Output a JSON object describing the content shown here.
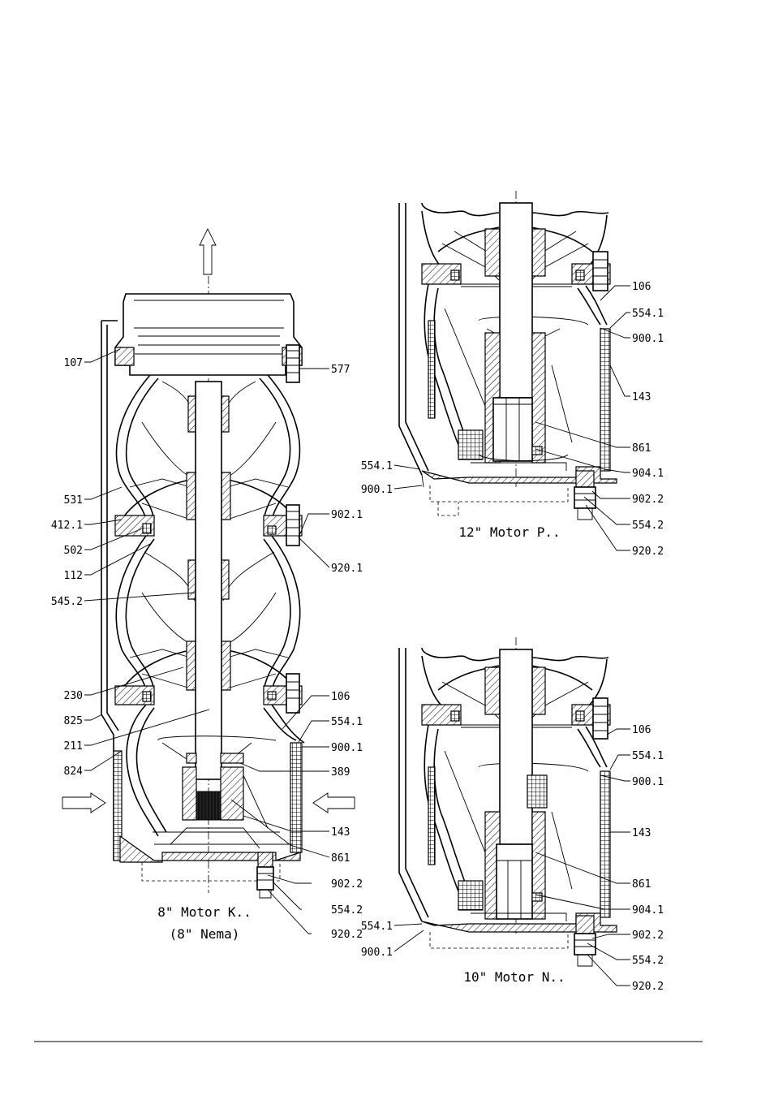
{
  "views": [
    {
      "id": "k",
      "title_lines": [
        "8\" Motor K..",
        "(8\" Nema)"
      ]
    },
    {
      "id": "p",
      "title_lines": [
        "12\" Motor P.."
      ]
    },
    {
      "id": "n",
      "title_lines": [
        "10\" Motor N.."
      ]
    }
  ],
  "labels_k_left": [
    "107",
    "531",
    "412.1",
    "502",
    "112",
    "545.2",
    "230",
    "825",
    "211",
    "824"
  ],
  "labels_k_right": [
    "577",
    "902.1",
    "920.1",
    "106",
    "554.1",
    "900.1",
    "389",
    "143",
    "861",
    "902.2",
    "554.2",
    "920.2"
  ],
  "labels_p_right": [
    "106",
    "554.1",
    "900.1",
    "143",
    "861",
    "904.1",
    "902.2",
    "554.2",
    "920.2"
  ],
  "labels_p_left": [
    "554.1",
    "900.1"
  ],
  "labels_n_right": [
    "106",
    "554.1",
    "900.1",
    "143",
    "861",
    "904.1",
    "902.2",
    "554.2",
    "920.2"
  ],
  "labels_n_left": [
    "554.1",
    "900.1"
  ]
}
